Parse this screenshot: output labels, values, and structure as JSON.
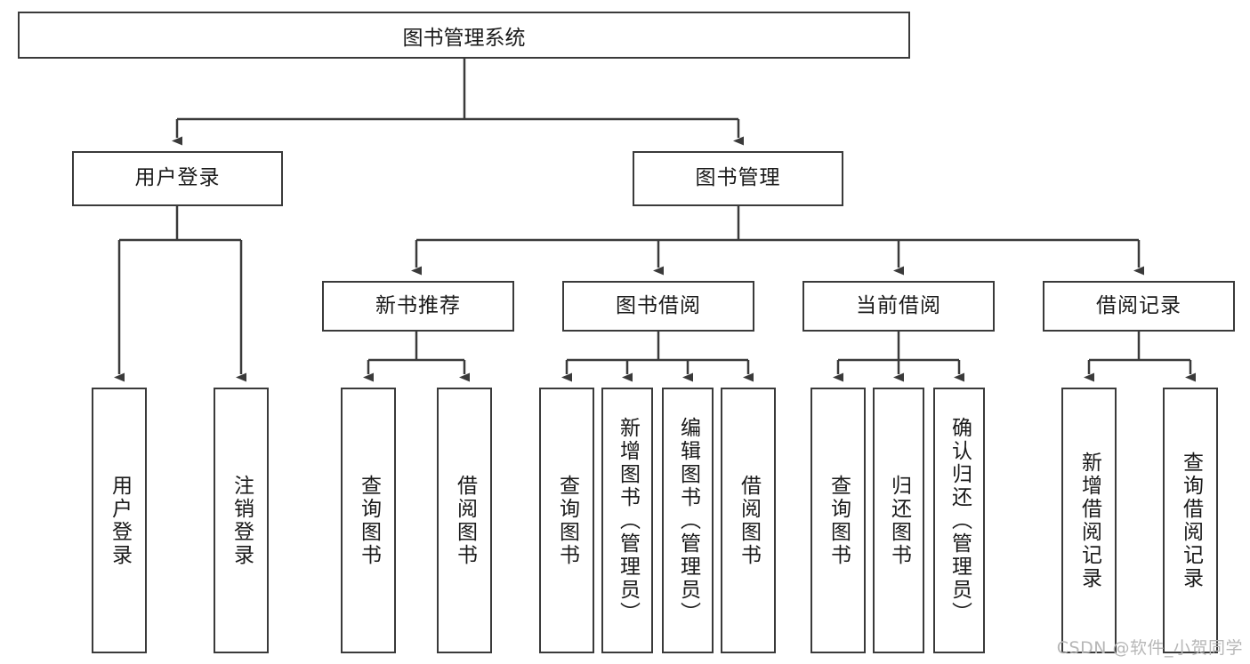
{
  "diagram": {
    "title": "图书管理系统",
    "type": "tree-hierarchy-chart",
    "root": {
      "label": "图书管理系统"
    },
    "level2": [
      {
        "label": "用户登录"
      },
      {
        "label": "图书管理"
      }
    ],
    "level3": [
      {
        "label": "新书推荐"
      },
      {
        "label": "图书借阅"
      },
      {
        "label": "当前借阅"
      },
      {
        "label": "借阅记录"
      }
    ],
    "leaves": {
      "user_login": [
        {
          "label": "用户登录"
        },
        {
          "label": "注销登录"
        }
      ],
      "new_book_recommend": [
        {
          "label": "查询图书"
        },
        {
          "label": "借阅图书"
        }
      ],
      "book_borrow": [
        {
          "label": "查询图书"
        },
        {
          "label": "新增图书（管理员）"
        },
        {
          "label": "编辑图书（管理员）"
        },
        {
          "label": "借阅图书"
        }
      ],
      "current_borrow": [
        {
          "label": "查询图书"
        },
        {
          "label": "归还图书"
        },
        {
          "label": "确认归还（管理员）"
        }
      ],
      "borrow_record": [
        {
          "label": "新增借阅记录"
        },
        {
          "label": "查询借阅记录"
        }
      ]
    }
  },
  "watermark": {
    "text": "CSDN @软件_小贺同学"
  },
  "colors": {
    "stroke": "#3a3a3a",
    "fill": "#ffffff",
    "text": "#1a1a1a",
    "watermark": "#b7b7b7"
  }
}
